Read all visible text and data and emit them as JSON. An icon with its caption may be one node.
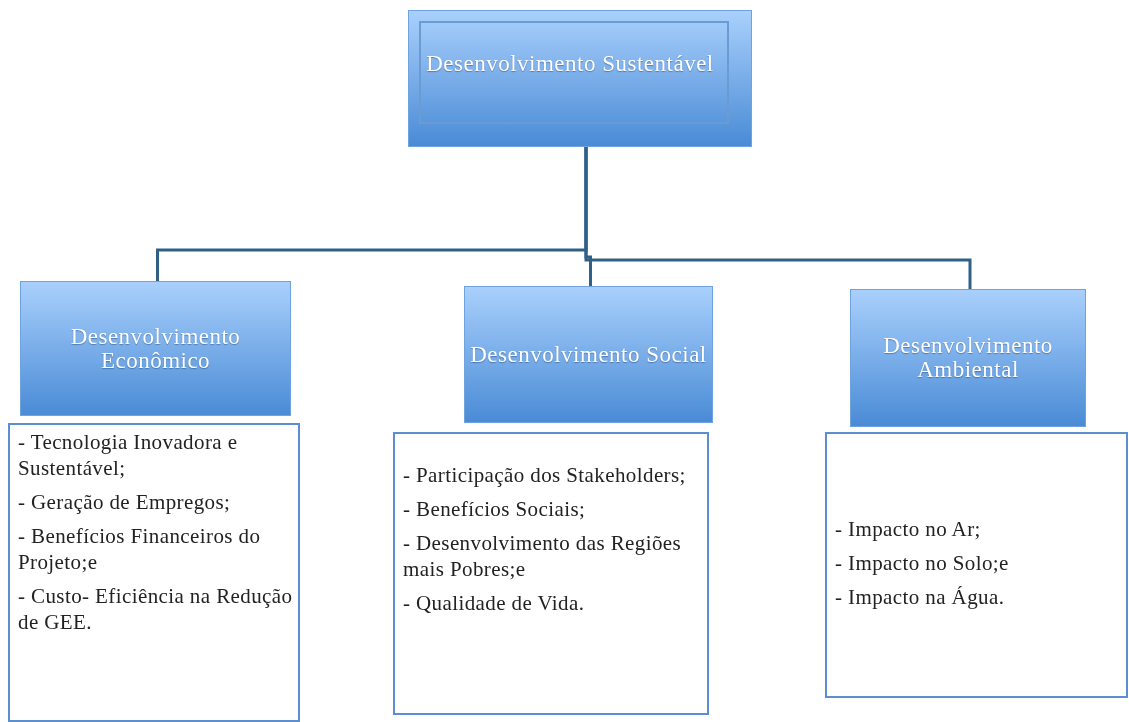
{
  "diagram": {
    "nodes": [
      {
        "text": [
          "Desenvolvimento Sustentável"
        ]
      },
      {
        "text": [
          "Desenvolvimento Econômico"
        ]
      },
      {
        "text": [
          "Desenvolvimento Social"
        ]
      },
      {
        "text": [
          "Desenvolvimento Ambiental"
        ]
      },
      {
        "text": [
          "- Tecnologia Inovadora e Sustentável;",
          "- Geração de Empregos;",
          "- Benefícios Financeiros do Projeto;e",
          "- Custo- Eficiência na Redução de GEE."
        ]
      },
      {
        "text": [
          "- Participação dos Stakeholders;",
          "- Benefícios Sociais;",
          "- Desenvolvimento das Regiões mais Pobres;e",
          "- Qualidade de Vida."
        ]
      },
      {
        "text": [
          "- Impacto no Ar;",
          "- Impacto no Solo;e",
          "- Impacto na Água."
        ]
      }
    ],
    "edges": [
      {
        "from": 0,
        "to": 1,
        "arrow": "none"
      },
      {
        "from": 0,
        "to": 2,
        "arrow": "none"
      },
      {
        "from": 0,
        "to": 3,
        "arrow": "none"
      }
    ]
  }
}
